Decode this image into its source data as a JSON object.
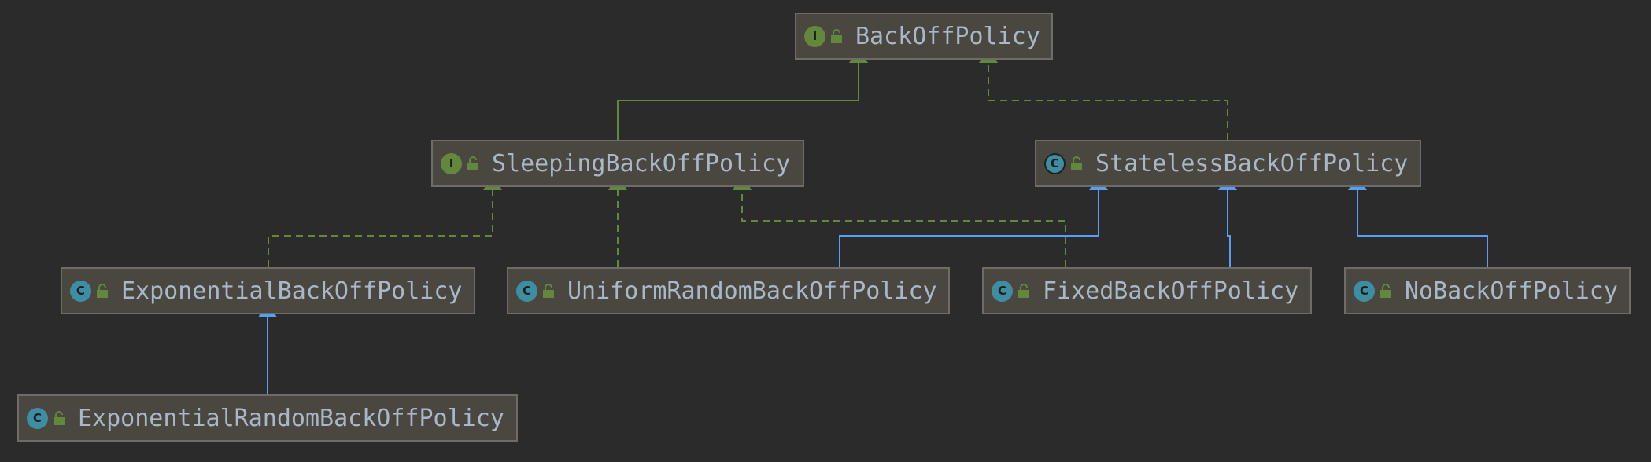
{
  "diagram": {
    "colors": {
      "background": "#2b2b2b",
      "node_fill": "#4a4740",
      "node_border": "#6e6c66",
      "label_text": "#a9b7c6",
      "interface_icon": "#62883b",
      "class_icon": "#3e8ea3",
      "access_icon": "#62883b",
      "implements_edge": "#62883b",
      "extends_edge": "#589df6"
    },
    "nodes": [
      {
        "id": "n-backoff",
        "kind": "interface",
        "icon_letter": "I",
        "label": "BackOffPolicy"
      },
      {
        "id": "n-sleeping",
        "kind": "interface",
        "icon_letter": "I",
        "label": "SleepingBackOffPolicy"
      },
      {
        "id": "n-stateless",
        "kind": "abstract",
        "icon_letter": "C",
        "label": "StatelessBackOffPolicy"
      },
      {
        "id": "n-exp",
        "kind": "class",
        "icon_letter": "C",
        "label": "ExponentialBackOffPolicy"
      },
      {
        "id": "n-uniform",
        "kind": "class",
        "icon_letter": "C",
        "label": "UniformRandomBackOffPolicy"
      },
      {
        "id": "n-fixed",
        "kind": "class",
        "icon_letter": "C",
        "label": "FixedBackOffPolicy"
      },
      {
        "id": "n-no",
        "kind": "class",
        "icon_letter": "C",
        "label": "NoBackOffPolicy"
      },
      {
        "id": "n-exprand",
        "kind": "class",
        "icon_letter": "C",
        "label": "ExponentialRandomBackOffPolicy"
      }
    ],
    "edges": [
      {
        "from": "n-sleeping",
        "to": "n-backoff",
        "type": "extends-interface"
      },
      {
        "from": "n-stateless",
        "to": "n-backoff",
        "type": "implements"
      },
      {
        "from": "n-exp",
        "to": "n-sleeping",
        "type": "implements"
      },
      {
        "from": "n-uniform",
        "to": "n-sleeping",
        "type": "implements"
      },
      {
        "from": "n-fixed",
        "to": "n-sleeping",
        "type": "implements"
      },
      {
        "from": "n-uniform",
        "to": "n-stateless",
        "type": "extends-class"
      },
      {
        "from": "n-fixed",
        "to": "n-stateless",
        "type": "extends-class"
      },
      {
        "from": "n-no",
        "to": "n-stateless",
        "type": "extends-class"
      },
      {
        "from": "n-exprand",
        "to": "n-exp",
        "type": "extends-class"
      }
    ]
  }
}
